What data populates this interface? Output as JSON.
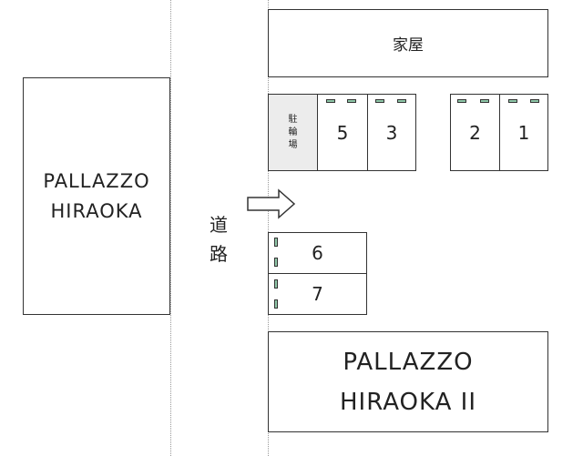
{
  "labels": {
    "left_building": "PALLAZZO\nHIRAOKA",
    "right_building": "PALLAZZO\nHIRAOKA II",
    "house": "家屋",
    "road": "道\n路",
    "bicycle_parking": "駐\n輪\n場"
  },
  "spaces": {
    "s5": "5",
    "s3": "3",
    "s2": "2",
    "s1": "1",
    "s6": "6",
    "s7": "7"
  },
  "colors": {
    "wheel_stop": "#8fc7a8",
    "bicycle_parking_fill": "#ececec",
    "outline": "#333333",
    "road_line": "#9a9a9a"
  },
  "icons": {
    "direction": "right-arrow-icon"
  }
}
